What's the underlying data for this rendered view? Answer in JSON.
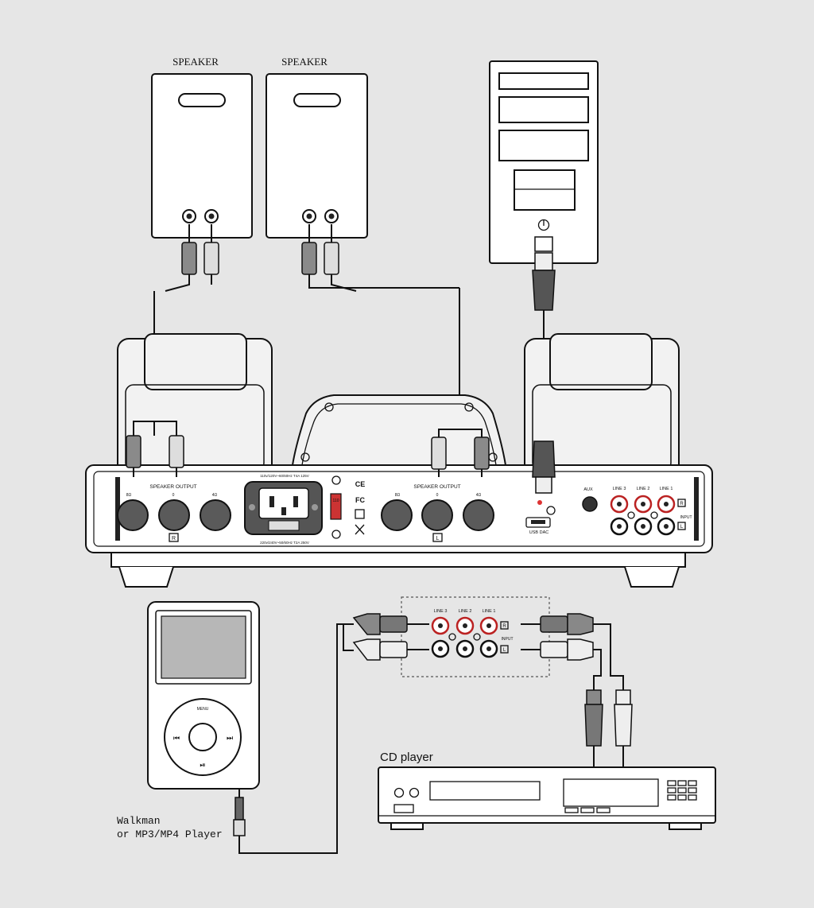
{
  "speakers": [
    {
      "label": "SPEAKER"
    },
    {
      "label": "SPEAKER"
    }
  ],
  "amplifier": {
    "speaker_output_label": "SPEAKER OUTPUT",
    "left_taps": [
      "8Ω",
      "0",
      "4Ω"
    ],
    "right_taps": [
      "8Ω",
      "0",
      "4Ω"
    ],
    "channel_right": "R",
    "channel_left": "L",
    "power_top": "110v/120V~60/60Hz T4A 125V",
    "power_bottom": "220v/240V~50/60Hz T2A 250V",
    "switch_label": "110",
    "ce_label": "CE",
    "fc_label": "FC",
    "aux_label": "AUX",
    "usb_label": "USB DAC",
    "line_labels": [
      "LINE 3",
      "LINE 2",
      "LINE 1"
    ],
    "input_label": "INPUT",
    "input_r": "R",
    "input_l": "L"
  },
  "inset": {
    "line_labels": [
      "LINE 3",
      "LINE 2",
      "LINE 1"
    ],
    "input_label": "INPUT",
    "input_r": "R",
    "input_l": "L"
  },
  "player": {
    "menu_label": "MENU",
    "caption_line1": "Walkman",
    "caption_line2": "or MP3/MP4 Player"
  },
  "cd_player": {
    "label": "CD player"
  }
}
